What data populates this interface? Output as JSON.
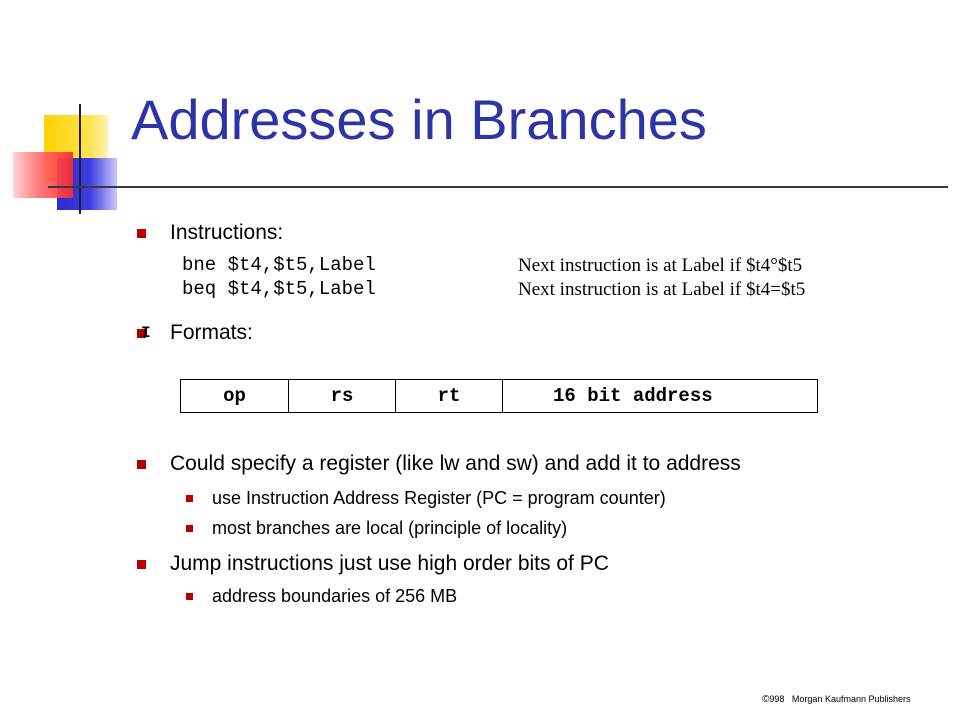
{
  "slide": {
    "title": "Addresses in Branches",
    "accent_colors": {
      "title": "#2d35a6",
      "bullet": "#b30000",
      "yellow": "#ffd200",
      "blue": "#2b2bd6",
      "red": "#ff3b3b"
    }
  },
  "bullets": [
    {
      "text": "Instructions:"
    },
    {
      "text": "Formats:"
    },
    {
      "text": "Could specify a register (like lw and sw) and add it to address",
      "sub": [
        "use Instruction Address Register (PC = program counter)",
        "most branches are local (principle of locality)"
      ]
    },
    {
      "text": "Jump instructions just use high order bits of PC",
      "sub": [
        "address boundaries of 256 MB"
      ]
    }
  ],
  "instructions": [
    {
      "code": "bne $t4,$t5,Label",
      "note": "Next instruction is at Label if $t4°$t5"
    },
    {
      "code": "beq $t4,$t5,Label",
      "note": "Next instruction is at Label if $t4=$t5"
    }
  ],
  "format": {
    "type_label": "I",
    "fields": [
      "op",
      "rs",
      "rt",
      "16 bit address"
    ]
  },
  "footer": {
    "copyright": "©",
    "year": "998",
    "publisher": "Morgan Kaufmann Publishers"
  }
}
